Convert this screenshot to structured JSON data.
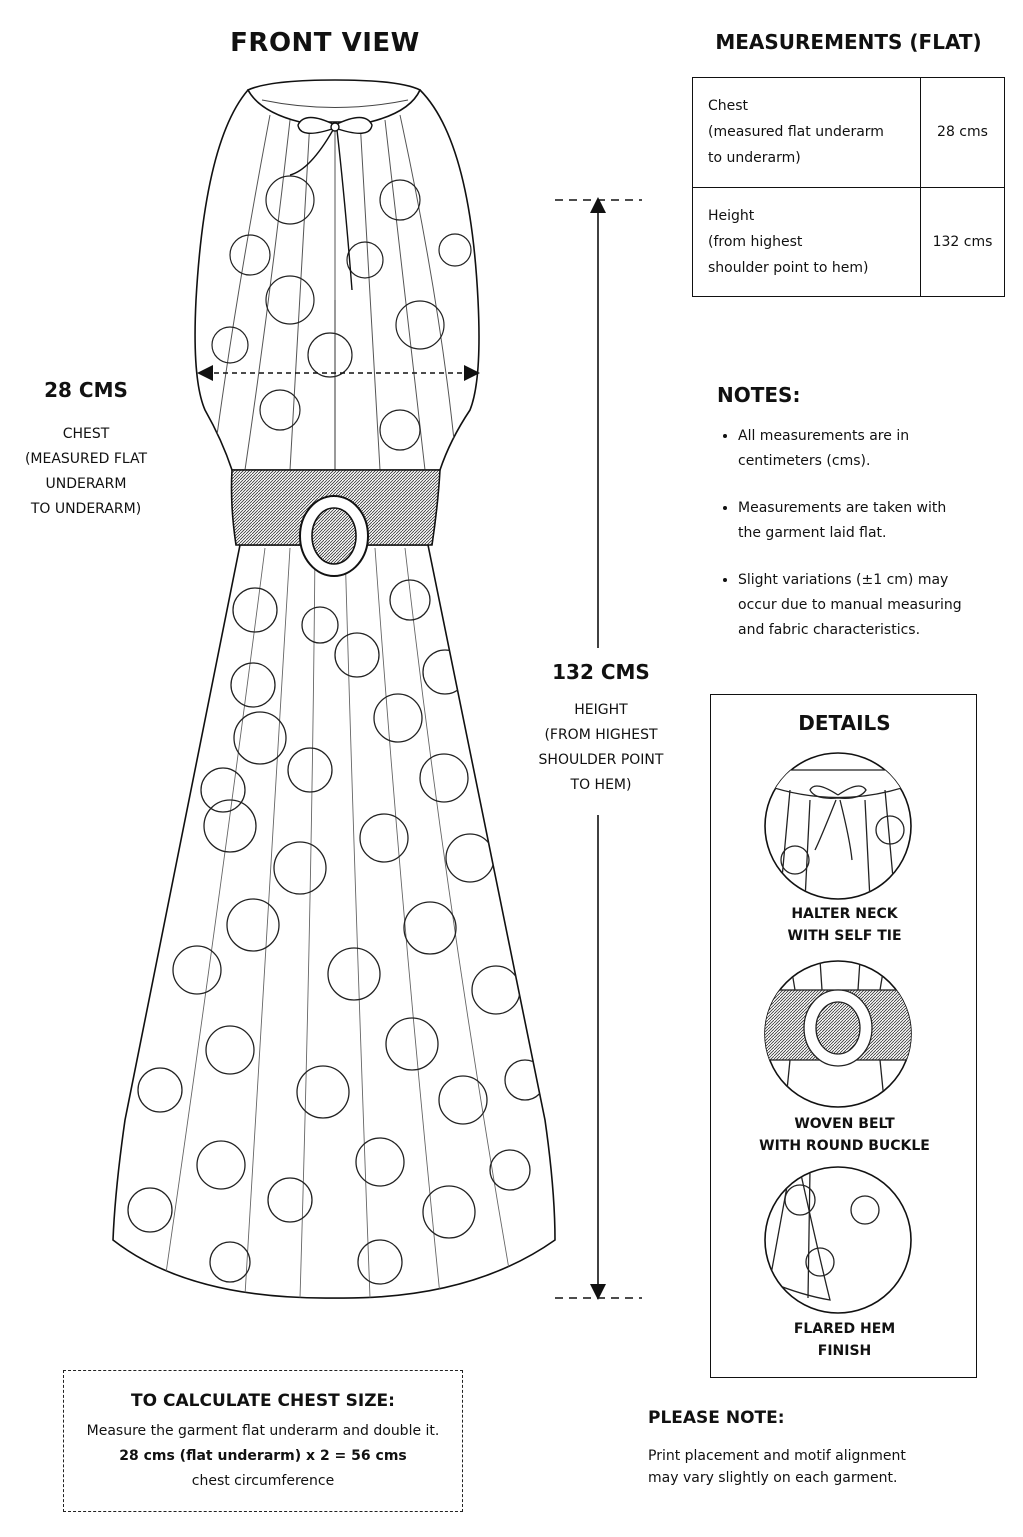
{
  "front_view": {
    "title": "FRONT VIEW"
  },
  "chest_callout": {
    "value": "28 CMS",
    "lines": [
      "CHEST",
      "(MEASURED FLAT",
      "UNDERARM",
      "TO UNDERARM)"
    ]
  },
  "height_callout": {
    "value": "132 CMS",
    "lines": [
      "HEIGHT",
      "(FROM HIGHEST",
      "SHOULDER POINT",
      "TO HEM)"
    ]
  },
  "measurements": {
    "title": "MEASUREMENTS (FLAT)",
    "rows": [
      {
        "label_lines": [
          "Chest",
          "(measured flat underarm",
          "to underarm)"
        ],
        "value": "28 cms"
      },
      {
        "label_lines": [
          "Height",
          "(from highest",
          "shoulder point to hem)"
        ],
        "value": "132 cms"
      }
    ]
  },
  "notes": {
    "title": "NOTES:",
    "items": [
      "All measurements are in centimeters (cms).",
      "Measurements are taken with the garment laid flat.",
      "Slight variations (±1 cm) may occur due to manual measuring and fabric characteristics."
    ]
  },
  "details": {
    "title": "DETAILS",
    "items": [
      {
        "caption_lines": [
          "HALTER NECK",
          "WITH SELF TIE"
        ]
      },
      {
        "caption_lines": [
          "WOVEN BELT",
          "WITH ROUND BUCKLE"
        ]
      },
      {
        "caption_lines": [
          "FLARED HEM",
          "FINISH"
        ]
      }
    ]
  },
  "calc": {
    "title": "TO CALCULATE CHEST SIZE:",
    "line1": "Measure the garment flat underarm and double it.",
    "line2": "28 cms (flat underarm) x 2 = 56 cms",
    "line3": "chest circumference"
  },
  "please_note": {
    "title": "PLEASE NOTE:",
    "lines": [
      "Print placement and motif alignment",
      "may vary slightly on each garment."
    ]
  },
  "colors": {
    "ink": "#111111",
    "paper": "#ffffff"
  }
}
